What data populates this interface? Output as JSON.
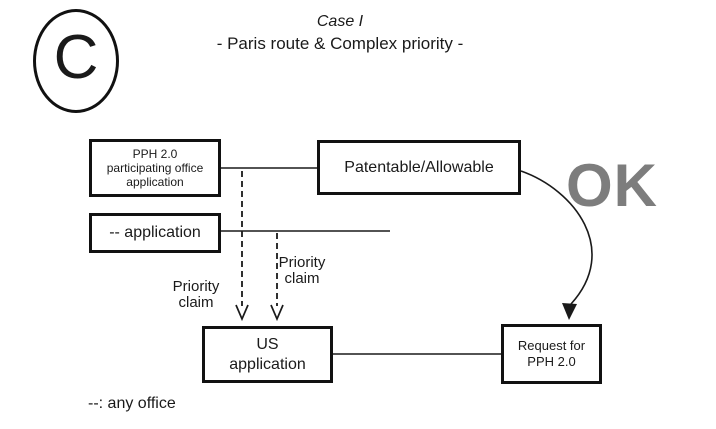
{
  "figure": {
    "badge_letter": "C",
    "title": "Case I",
    "subtitle": "- Paris route & Complex priority -",
    "ok_label": "OK",
    "legend": "--: any office"
  },
  "boxes": {
    "pph_office": "PPH 2.0\nparticipating office\napplication",
    "patentable": "Patentable/Allowable",
    "any_application": "-- application",
    "us_application": "US\napplication",
    "request_pph": "Request for\nPPH 2.0"
  },
  "arrow_labels": {
    "priority_left": "Priority\nclaim",
    "priority_right": "Priority\nclaim"
  },
  "colors": {
    "ink": "#1a1a1a",
    "ok_text": "#7d7d7d",
    "background": "#ffffff"
  }
}
